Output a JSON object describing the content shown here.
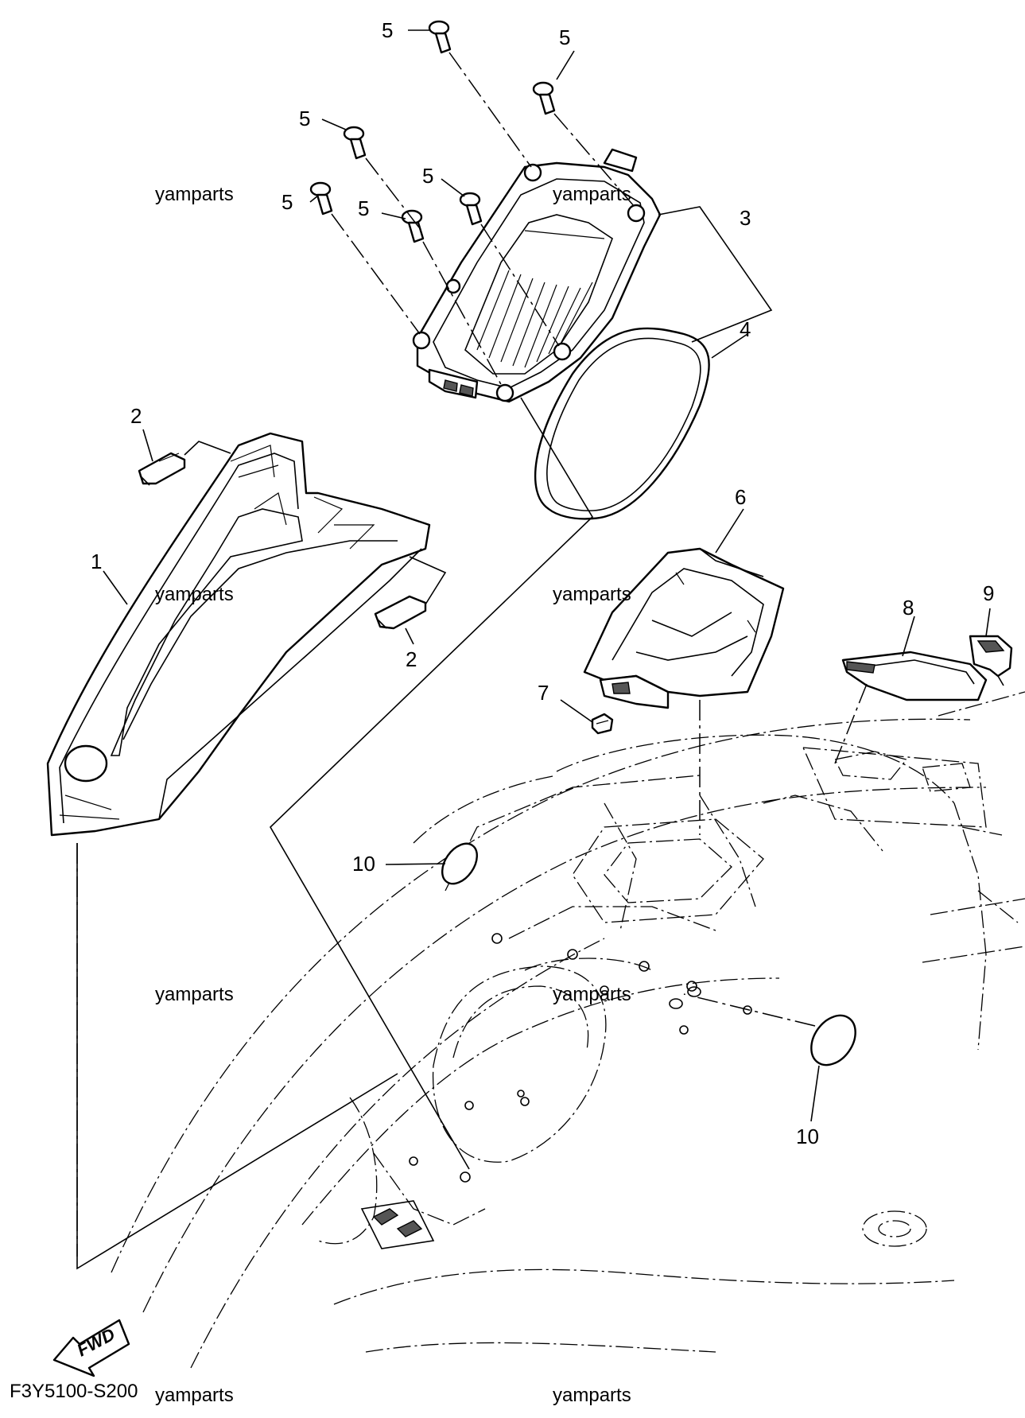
{
  "diagram": {
    "code": "F3Y5100-S200",
    "direction_label": "FWD",
    "watermark": "yamparts",
    "callouts": {
      "c1": "1",
      "c2a": "2",
      "c2b": "2",
      "c3": "3",
      "c4": "4",
      "c5a": "5",
      "c5b": "5",
      "c5c": "5",
      "c5d": "5",
      "c5e": "5",
      "c5f": "5",
      "c6": "6",
      "c7": "7",
      "c8": "8",
      "c9": "9",
      "c10a": "10",
      "c10b": "10"
    }
  }
}
